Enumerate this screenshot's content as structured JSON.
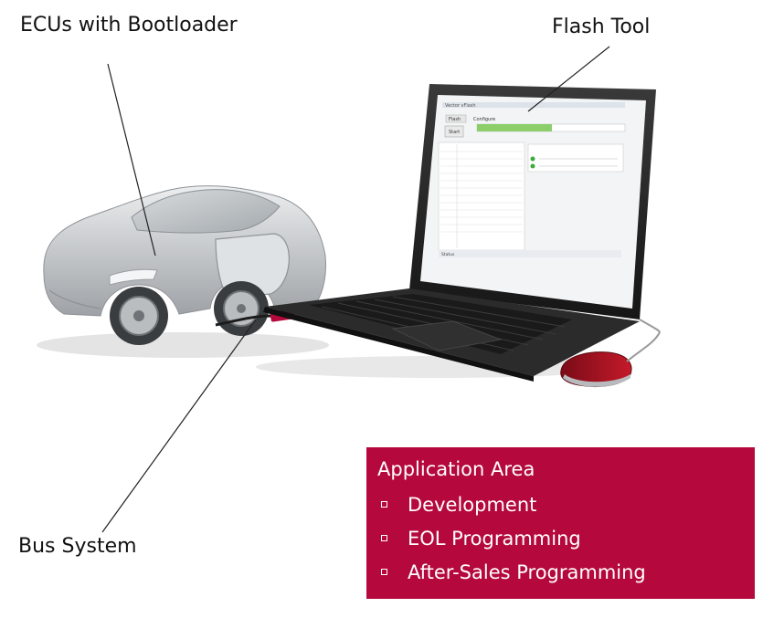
{
  "callouts": {
    "ecus": "ECUs with Bootloader",
    "flash_tool": "Flash Tool",
    "bus_system": "Bus System"
  },
  "application_area": {
    "title": "Application Area",
    "items": [
      "Development",
      "EOL Programming",
      "After-Sales Programming"
    ],
    "background": "#b5083c"
  },
  "flash_tool_window": {
    "title": "Vector vFlash",
    "tab_flash": "Flash",
    "tab_configure": "Configure",
    "button_label": "Start",
    "footer": "Status"
  },
  "colors": {
    "car_body": "#c9cccf",
    "laptop_body": "#2a2a2a",
    "progress": "#8ccf6a",
    "accent_red": "#b5083c"
  }
}
